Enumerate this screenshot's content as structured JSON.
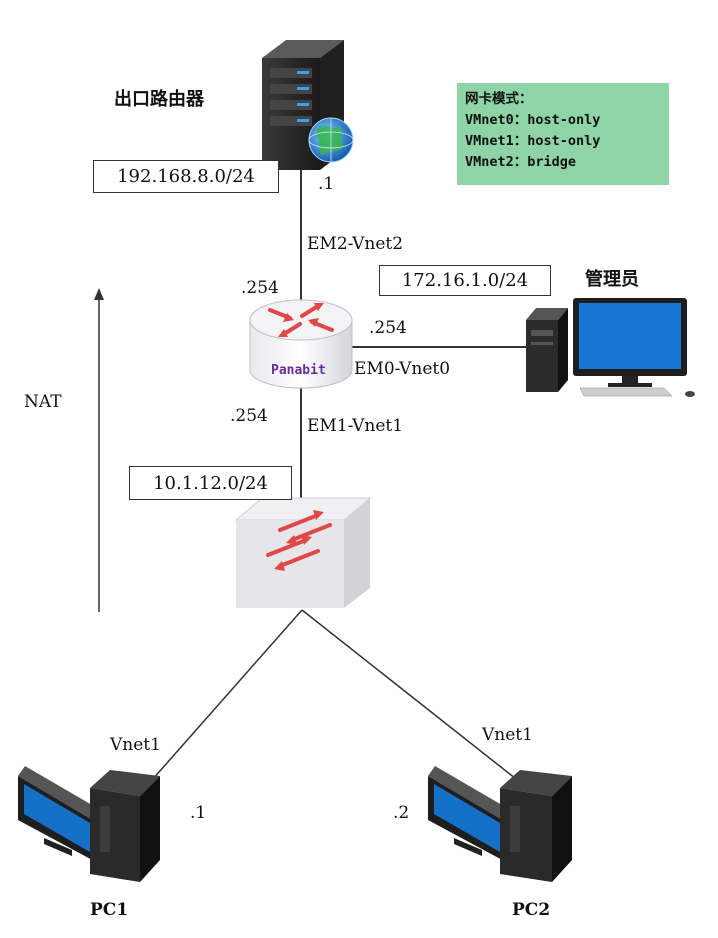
{
  "note": {
    "title": "网卡模式：",
    "lines": [
      "VMnet0：host-only",
      "VMnet1：host-only",
      "VMnet2：bridge"
    ]
  },
  "nodes": {
    "router_label": "出口路由器",
    "admin_label": "管理员",
    "panabit_label": "Panabit",
    "pc1_label": "PC1",
    "pc2_label": "PC2"
  },
  "subnets": {
    "wan": "192.168.8.0/24",
    "mgmt": "172.16.1.0/24",
    "lan": "10.1.12.0/24"
  },
  "addresses": {
    "router": ".1",
    "panabit_wan": ".254",
    "panabit_mgmt": ".254",
    "panabit_lan": ".254",
    "pc1": ".1",
    "pc2": ".2"
  },
  "links": {
    "em2": "EM2-Vnet2",
    "em0": "EM0-Vnet0",
    "em1": "EM1-Vnet1",
    "pc1_link": "Vnet1",
    "pc2_link": "Vnet1"
  },
  "nat_label": "NAT"
}
